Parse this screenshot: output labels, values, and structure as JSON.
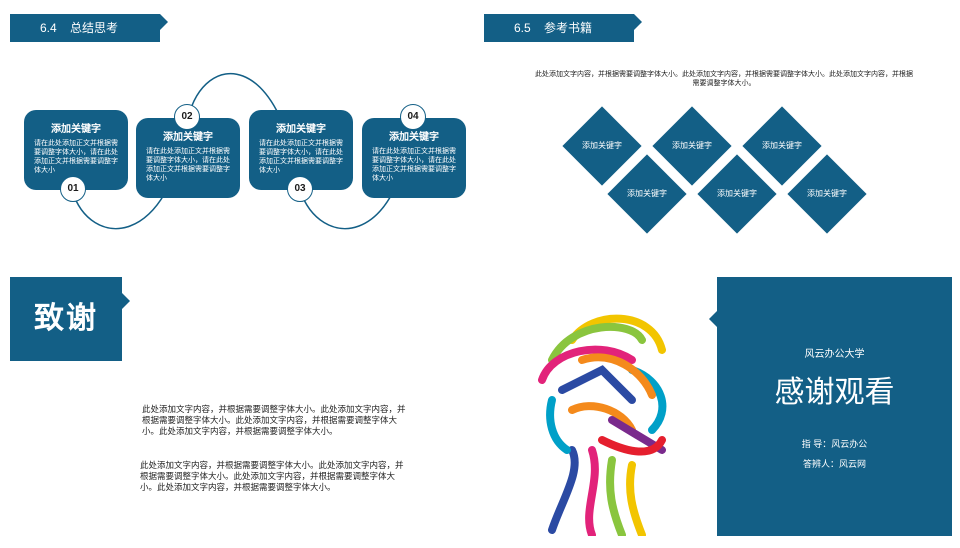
{
  "slide_a": {
    "tag_number": "6.4",
    "tag_title": "总结思考",
    "cards": [
      {
        "keyword": "添加关键字",
        "text": "请在此处添加正文并根据需要调整字体大小，请在此处添加正文并根据需要调整字体大小",
        "badge": "01"
      },
      {
        "keyword": "添加关键字",
        "text": "请在此处添加正文并根据需要调整字体大小，请在此处添加正文并根据需要调整字体大小",
        "badge": "02"
      },
      {
        "keyword": "添加关键字",
        "text": "请在此处添加正文并根据需要调整字体大小，请在此处添加正文并根据需要调整字体大小",
        "badge": "03"
      },
      {
        "keyword": "添加关键字",
        "text": "请在此处添加正文并根据需要调整字体大小，请在此处添加正文并根据需要调整字体大小",
        "badge": "04"
      }
    ]
  },
  "slide_b": {
    "tag_number": "6.5",
    "tag_title": "参考书籍",
    "intro": "此处添加文字内容，并根据需要调整字体大小。此处添加文字内容，并根据需要调整字体大小。此处添加文字内容，并根据需要调整字体大小。",
    "diamonds": [
      "添加关键字",
      "添加关键字",
      "添加关键字",
      "添加关键字",
      "添加关键字",
      "添加关键字"
    ]
  },
  "slide_c": {
    "title": "致谢",
    "para1": "此处添加文字内容，并根据需要调整字体大小。此处添加文字内容，并根据需要调整字体大小。此处添加文字内容，并根据需要调整字体大小。此处添加文字内容，并根据需要调整字体大小。",
    "para2": "此处添加文字内容，并根据需要调整字体大小。此处添加文字内容，并根据需要调整字体大小。此处添加文字内容，并根据需要调整字体大小。此处添加文字内容，并根据需要调整字体大小。"
  },
  "slide_d": {
    "org": "风云办公大学",
    "headline": "感谢观看",
    "advisor": "指  导：风云办公",
    "defender": "答辨人：风云网"
  },
  "colors": {
    "primary": "#135f86",
    "text": "#222222",
    "background": "#ffffff"
  }
}
